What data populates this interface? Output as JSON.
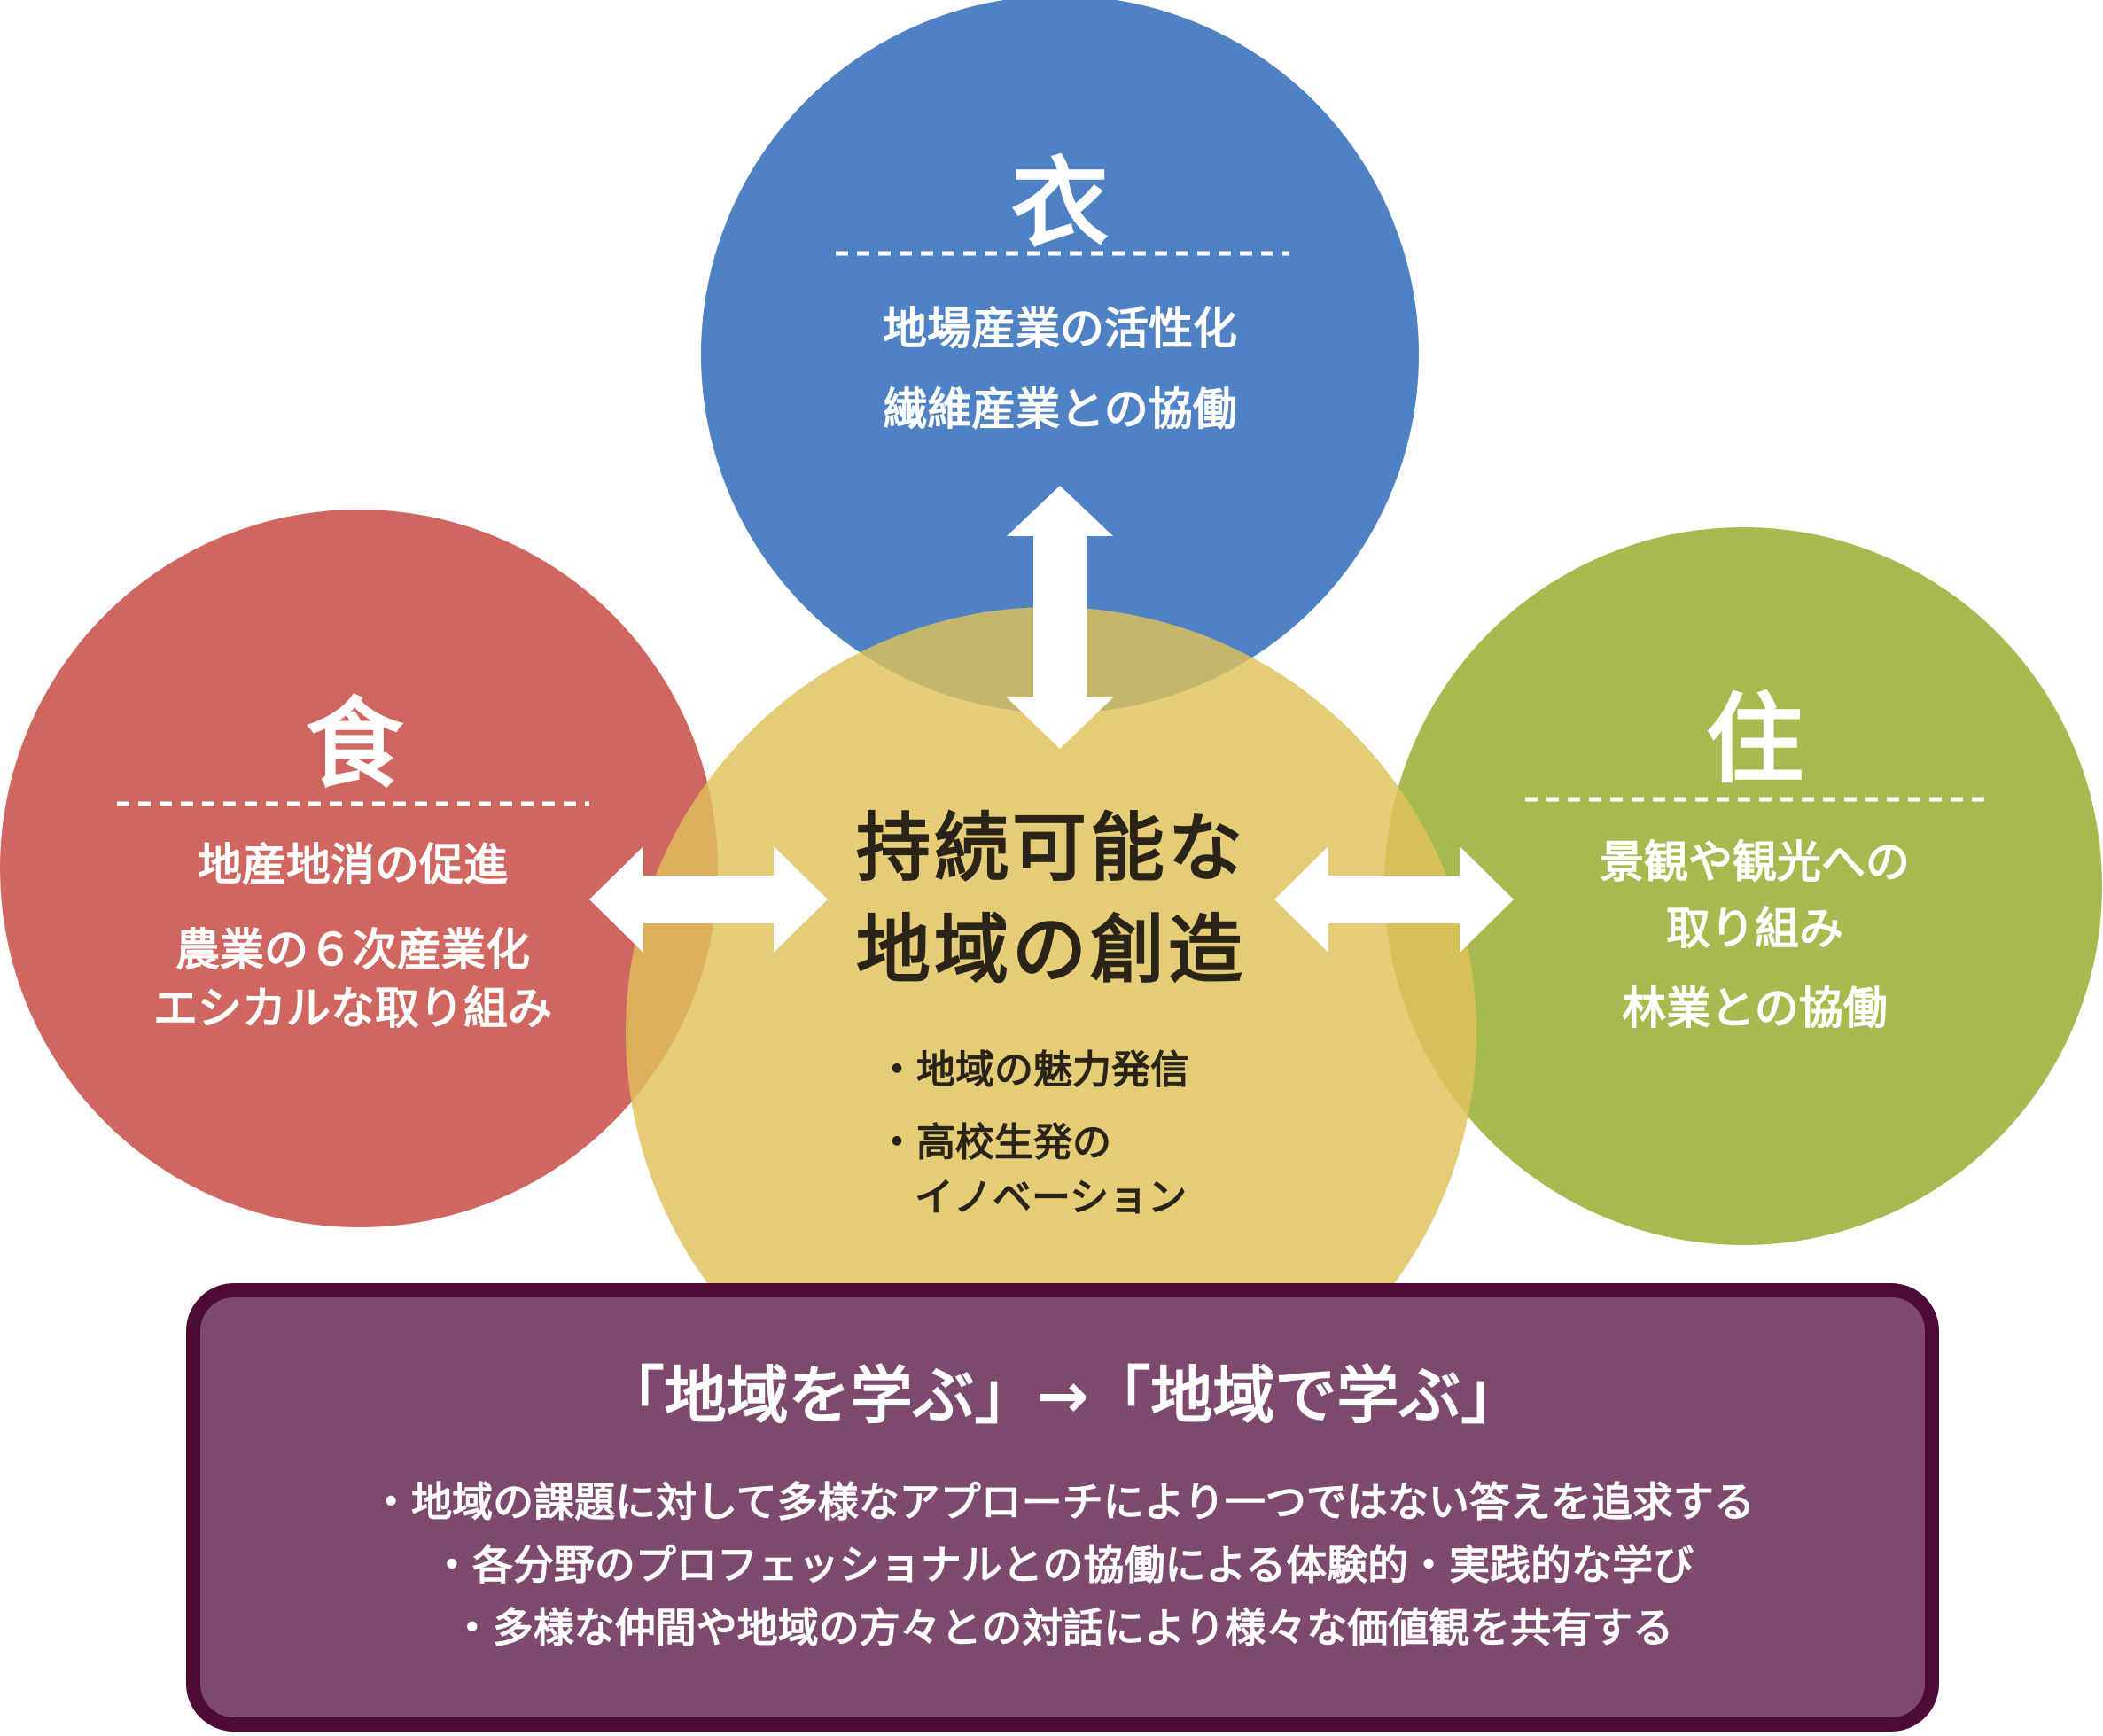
{
  "clothing": {
    "title": "衣",
    "lines": [
      "地場産業の活性化",
      "繊維産業との協働"
    ],
    "color": "#4f82c4"
  },
  "food": {
    "title": "食",
    "lines": [
      "地産地消の促進",
      "農業の６次産業化",
      "エシカルな取り組み"
    ],
    "color": "#cc5f57"
  },
  "housing": {
    "title": "住",
    "lines": [
      "景観や観光への",
      "取り組み",
      "林業との協働"
    ],
    "color": "#a4b84a"
  },
  "center": {
    "title_lines": [
      "持続可能な",
      "地域の創造"
    ],
    "bullets": [
      "・地域の魅力発信",
      "・高校生発の",
      "イノベーション"
    ],
    "color": "#dfc25a"
  },
  "bottom_box": {
    "title": "「地域を学ぶ」→「地域で学ぶ」",
    "lines": [
      "・地域の課題に対して多様なアプローチにより一つではない答えを追求する",
      "・各分野のプロフェッショナルとの協働による体験的・実践的な学び",
      "・多様な仲間や地域の方々との対話により様々な価値観を共有する"
    ],
    "fill": "#7d4a6e",
    "border": "#4e0a36"
  },
  "arrow_color": "#ffffff"
}
